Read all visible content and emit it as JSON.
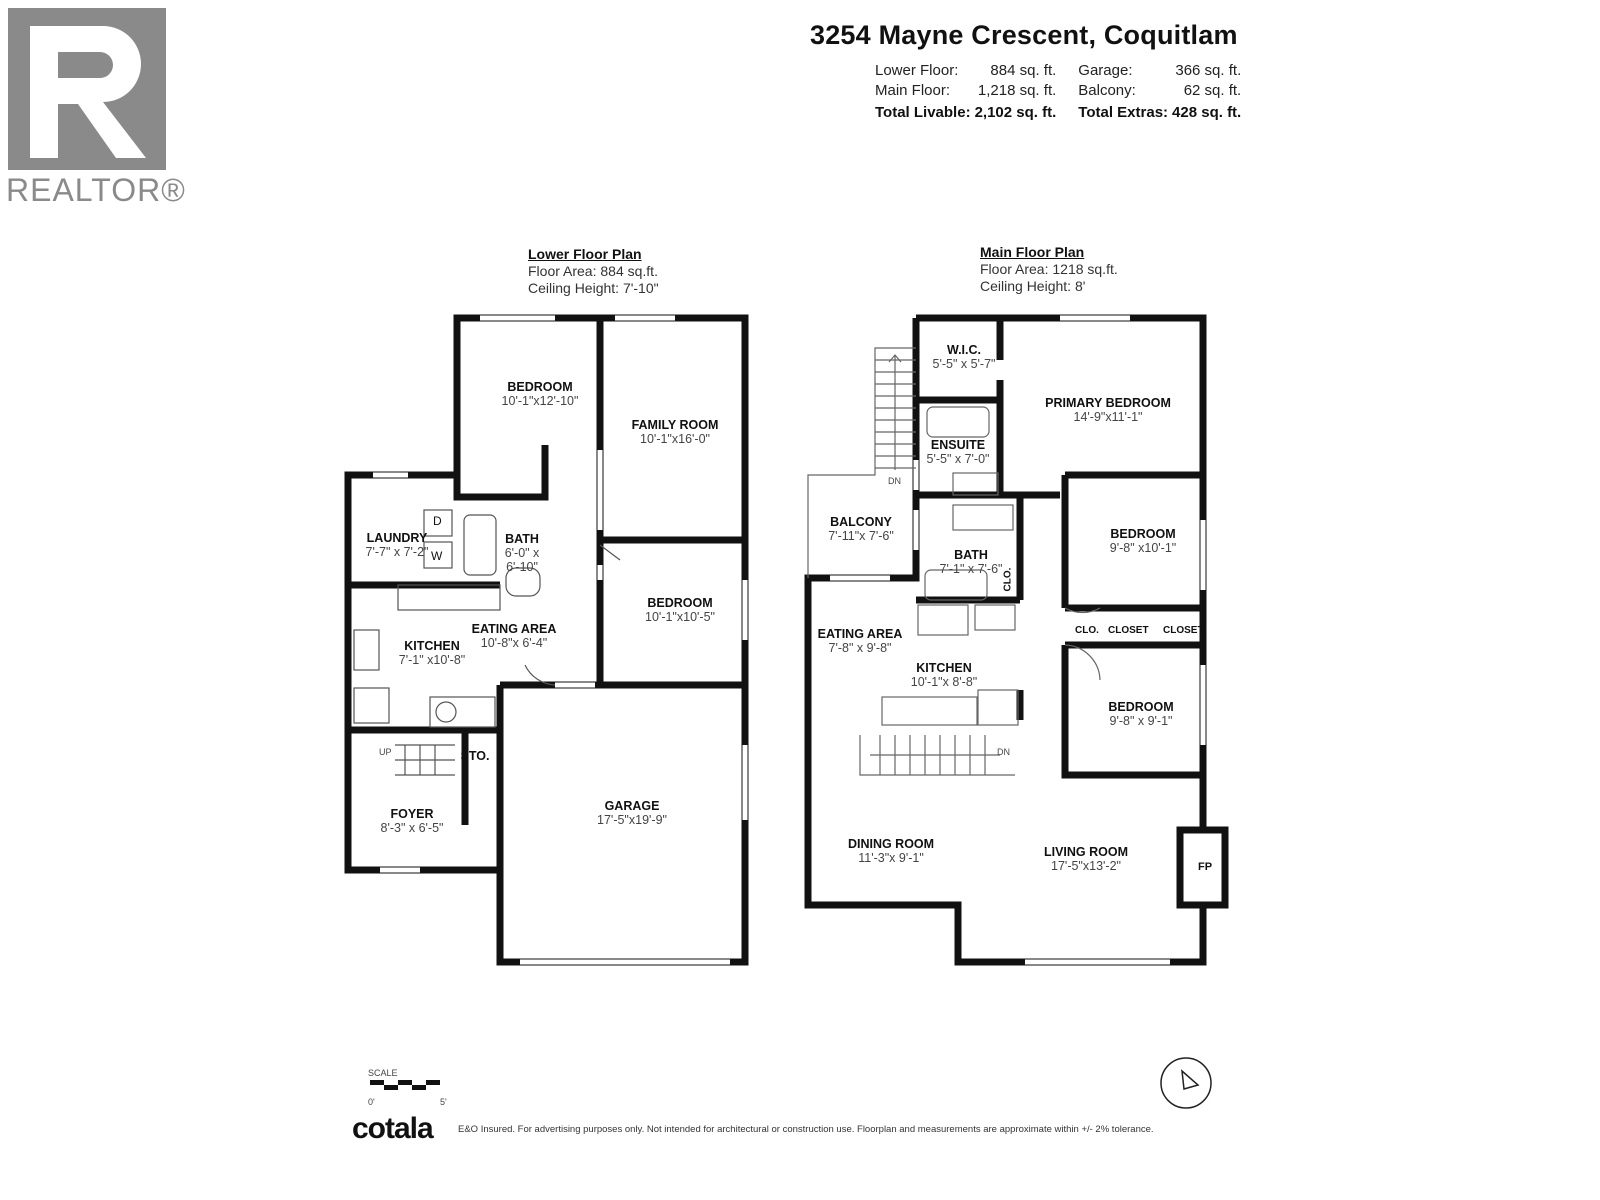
{
  "header": {
    "address": "3254 Mayne Crescent, Coquitlam",
    "stats": {
      "lower_floor_label": "Lower Floor:",
      "lower_floor_value": "884 sq. ft.",
      "main_floor_label": "Main Floor:",
      "main_floor_value": "1,218 sq. ft.",
      "garage_label": "Garage:",
      "garage_value": "366 sq. ft.",
      "balcony_label": "Balcony:",
      "balcony_value": "62 sq. ft.",
      "total_livable_label": "Total Livable:",
      "total_livable_value": "2,102 sq. ft.",
      "total_extras_label": "Total Extras:",
      "total_extras_value": "428 sq. ft."
    }
  },
  "brand": {
    "realtor": "REALTOR®",
    "cotala": "cotala"
  },
  "lower": {
    "title": "Lower Floor Plan",
    "area": "Floor Area: 884 sq.ft.",
    "ceiling": "Ceiling Height: 7'-10\"",
    "rooms": [
      {
        "name": "BEDROOM",
        "dim": "10'-1\"x12'-10\""
      },
      {
        "name": "FAMILY ROOM",
        "dim": "10'-1\"x16'-0\""
      },
      {
        "name": "LAUNDRY",
        "dim": "7'-7\" x 7'-2\""
      },
      {
        "name": "BATH",
        "dim": "6'-0\" x 6'-10\""
      },
      {
        "name": "BEDROOM",
        "dim": "10'-1\"x10'-5\""
      },
      {
        "name": "EATING AREA",
        "dim": "10'-8\"x 6'-4\""
      },
      {
        "name": "KITCHEN",
        "dim": "7'-1\" x10'-8\""
      },
      {
        "name": "STO.",
        "dim": ""
      },
      {
        "name": "FOYER",
        "dim": "8'-3\" x 6'-5\""
      },
      {
        "name": "GARAGE",
        "dim": "17'-5\"x19'-9\""
      }
    ],
    "labels": {
      "dryer": "D",
      "washer": "W",
      "up": "UP"
    }
  },
  "main": {
    "title": "Main Floor Plan",
    "area": "Floor Area: 1218 sq.ft.",
    "ceiling": "Ceiling Height: 8'",
    "rooms": [
      {
        "name": "W.I.C.",
        "dim": "5'-5\" x 5'-7\""
      },
      {
        "name": "PRIMARY BEDROOM",
        "dim": "14'-9\"x11'-1\""
      },
      {
        "name": "ENSUITE",
        "dim": "5'-5\" x 7'-0\""
      },
      {
        "name": "BALCONY",
        "dim": "7'-11\"x 7'-6\""
      },
      {
        "name": "BATH",
        "dim": "7'-1\" x 7'-6\""
      },
      {
        "name": "BEDROOM",
        "dim": "9'-8\" x10'-1\""
      },
      {
        "name": "EATING AREA",
        "dim": "7'-8\" x 9'-8\""
      },
      {
        "name": "KITCHEN",
        "dim": "10'-1\"x 8'-8\""
      },
      {
        "name": "BEDROOM",
        "dim": "9'-8\" x 9'-1\""
      },
      {
        "name": "DINING ROOM",
        "dim": "11'-3\"x 9'-1\""
      },
      {
        "name": "LIVING ROOM",
        "dim": "17'-5\"x13'-2\""
      }
    ],
    "labels": {
      "clo1": "CLO.",
      "clo2": "CLO.",
      "closet1": "CLOSET",
      "closet2": "CLOSET",
      "dn1": "DN",
      "dn2": "DN",
      "fp": "FP"
    }
  },
  "footer": {
    "scale_label": "SCALE",
    "scale_start": "0'",
    "scale_end": "5'",
    "disclaimer": "E&O Insured. For advertising purposes only. Not intended for architectural or construction use. Floorplan and measurements are approximate within +/- 2% tolerance."
  }
}
